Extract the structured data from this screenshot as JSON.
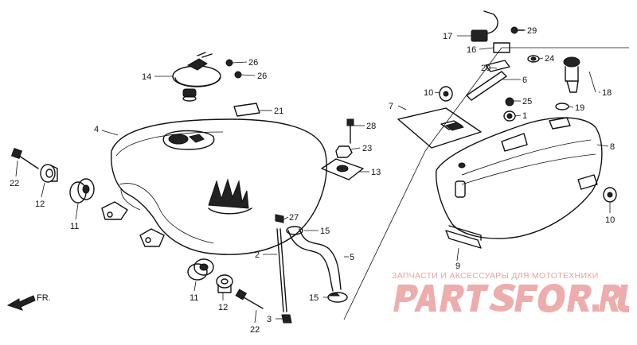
{
  "callouts": {
    "c1": "1",
    "c2": "2",
    "c3": "3",
    "c4": "4",
    "c5": "5",
    "c6": "6",
    "c7": "7",
    "c8": "8",
    "c9": "9",
    "c10a": "10",
    "c10b": "10",
    "c11a": "11",
    "c11b": "11",
    "c12": "12",
    "c13": "13",
    "c14": "14",
    "c15a": "15",
    "c15b": "15",
    "c16": "16",
    "c17": "17",
    "c18": "18",
    "c19": "19",
    "c20": "20",
    "c21": "21",
    "c22a": "22",
    "c22b": "22",
    "c23": "23",
    "c24": "24",
    "c25": "25",
    "c26a": "26",
    "c26b": "26",
    "c27": "27",
    "c28": "28",
    "c29": "29"
  },
  "direction_marker": "FR.",
  "watermark": {
    "caption": "ЗАПЧАСТИ И АКСЕССУАРЫ ДЛЯ МОТОТЕХНИКИ",
    "logo_text": "PARTSFOR.RU",
    "color": "#e6a2a2"
  }
}
